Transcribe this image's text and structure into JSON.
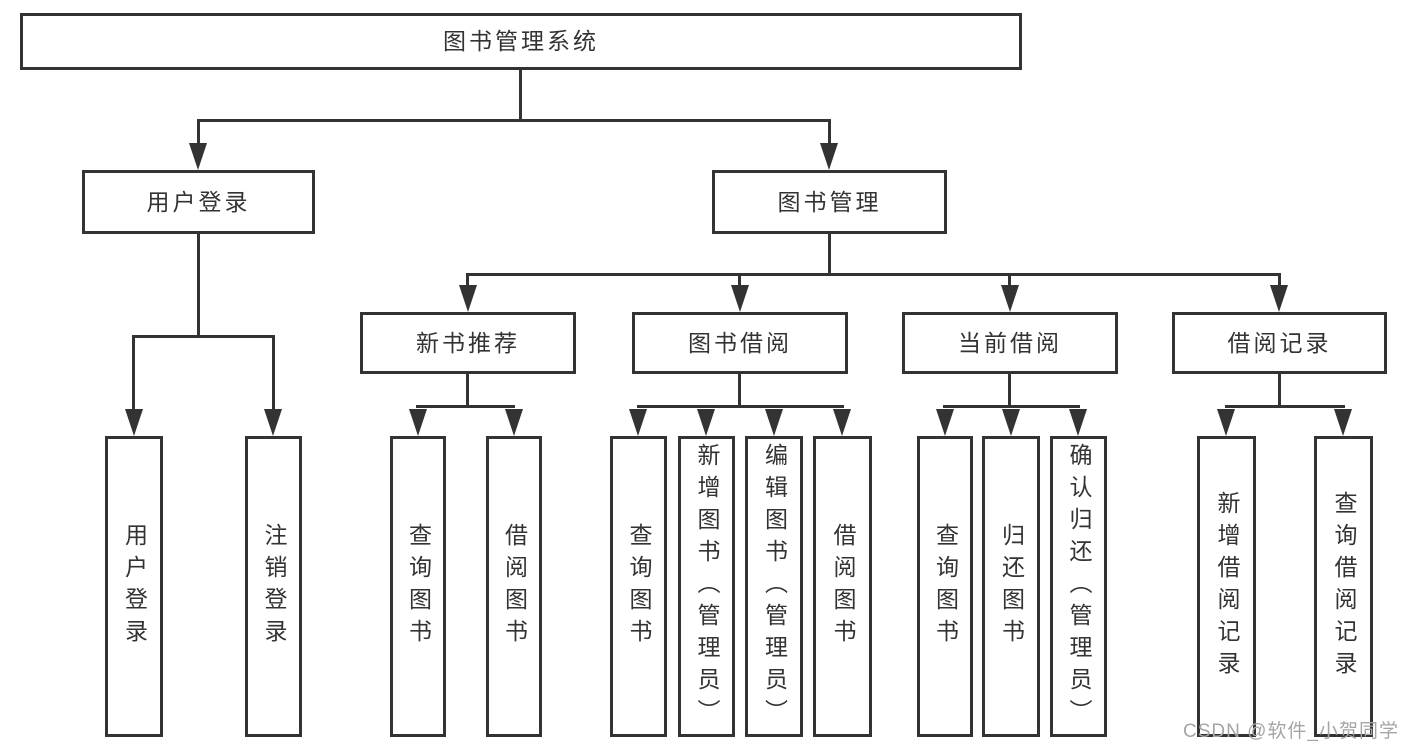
{
  "diagram": {
    "root": {
      "label": "图书管理系统"
    },
    "level2": [
      {
        "label": "用户登录"
      },
      {
        "label": "图书管理"
      }
    ],
    "level3": [
      {
        "label": "新书推荐"
      },
      {
        "label": "图书借阅"
      },
      {
        "label": "当前借阅"
      },
      {
        "label": "借阅记录"
      }
    ],
    "leaves": {
      "user_login": [
        {
          "label": "用户登录"
        },
        {
          "label": "注销登录"
        }
      ],
      "new_books": [
        {
          "label": "查询图书"
        },
        {
          "label": "借阅图书"
        }
      ],
      "book_borrow": [
        {
          "label": "查询图书"
        },
        {
          "label": "新增图书（管理员）"
        },
        {
          "label": "编辑图书（管理员）"
        },
        {
          "label": "借阅图书"
        }
      ],
      "current_borrow": [
        {
          "label": "查询图书"
        },
        {
          "label": "归还图书"
        },
        {
          "label": "确认归还（管理员）"
        }
      ],
      "borrow_records": [
        {
          "label": "新增借阅记录"
        },
        {
          "label": "查询借阅记录"
        }
      ]
    }
  },
  "watermark": {
    "text": "CSDN @软件_小贺同学"
  },
  "colors": {
    "line": "#333333",
    "text": "#333333",
    "box_fill": "#ffffff",
    "background": "#ffffff",
    "watermark": "#a5a5a5"
  }
}
